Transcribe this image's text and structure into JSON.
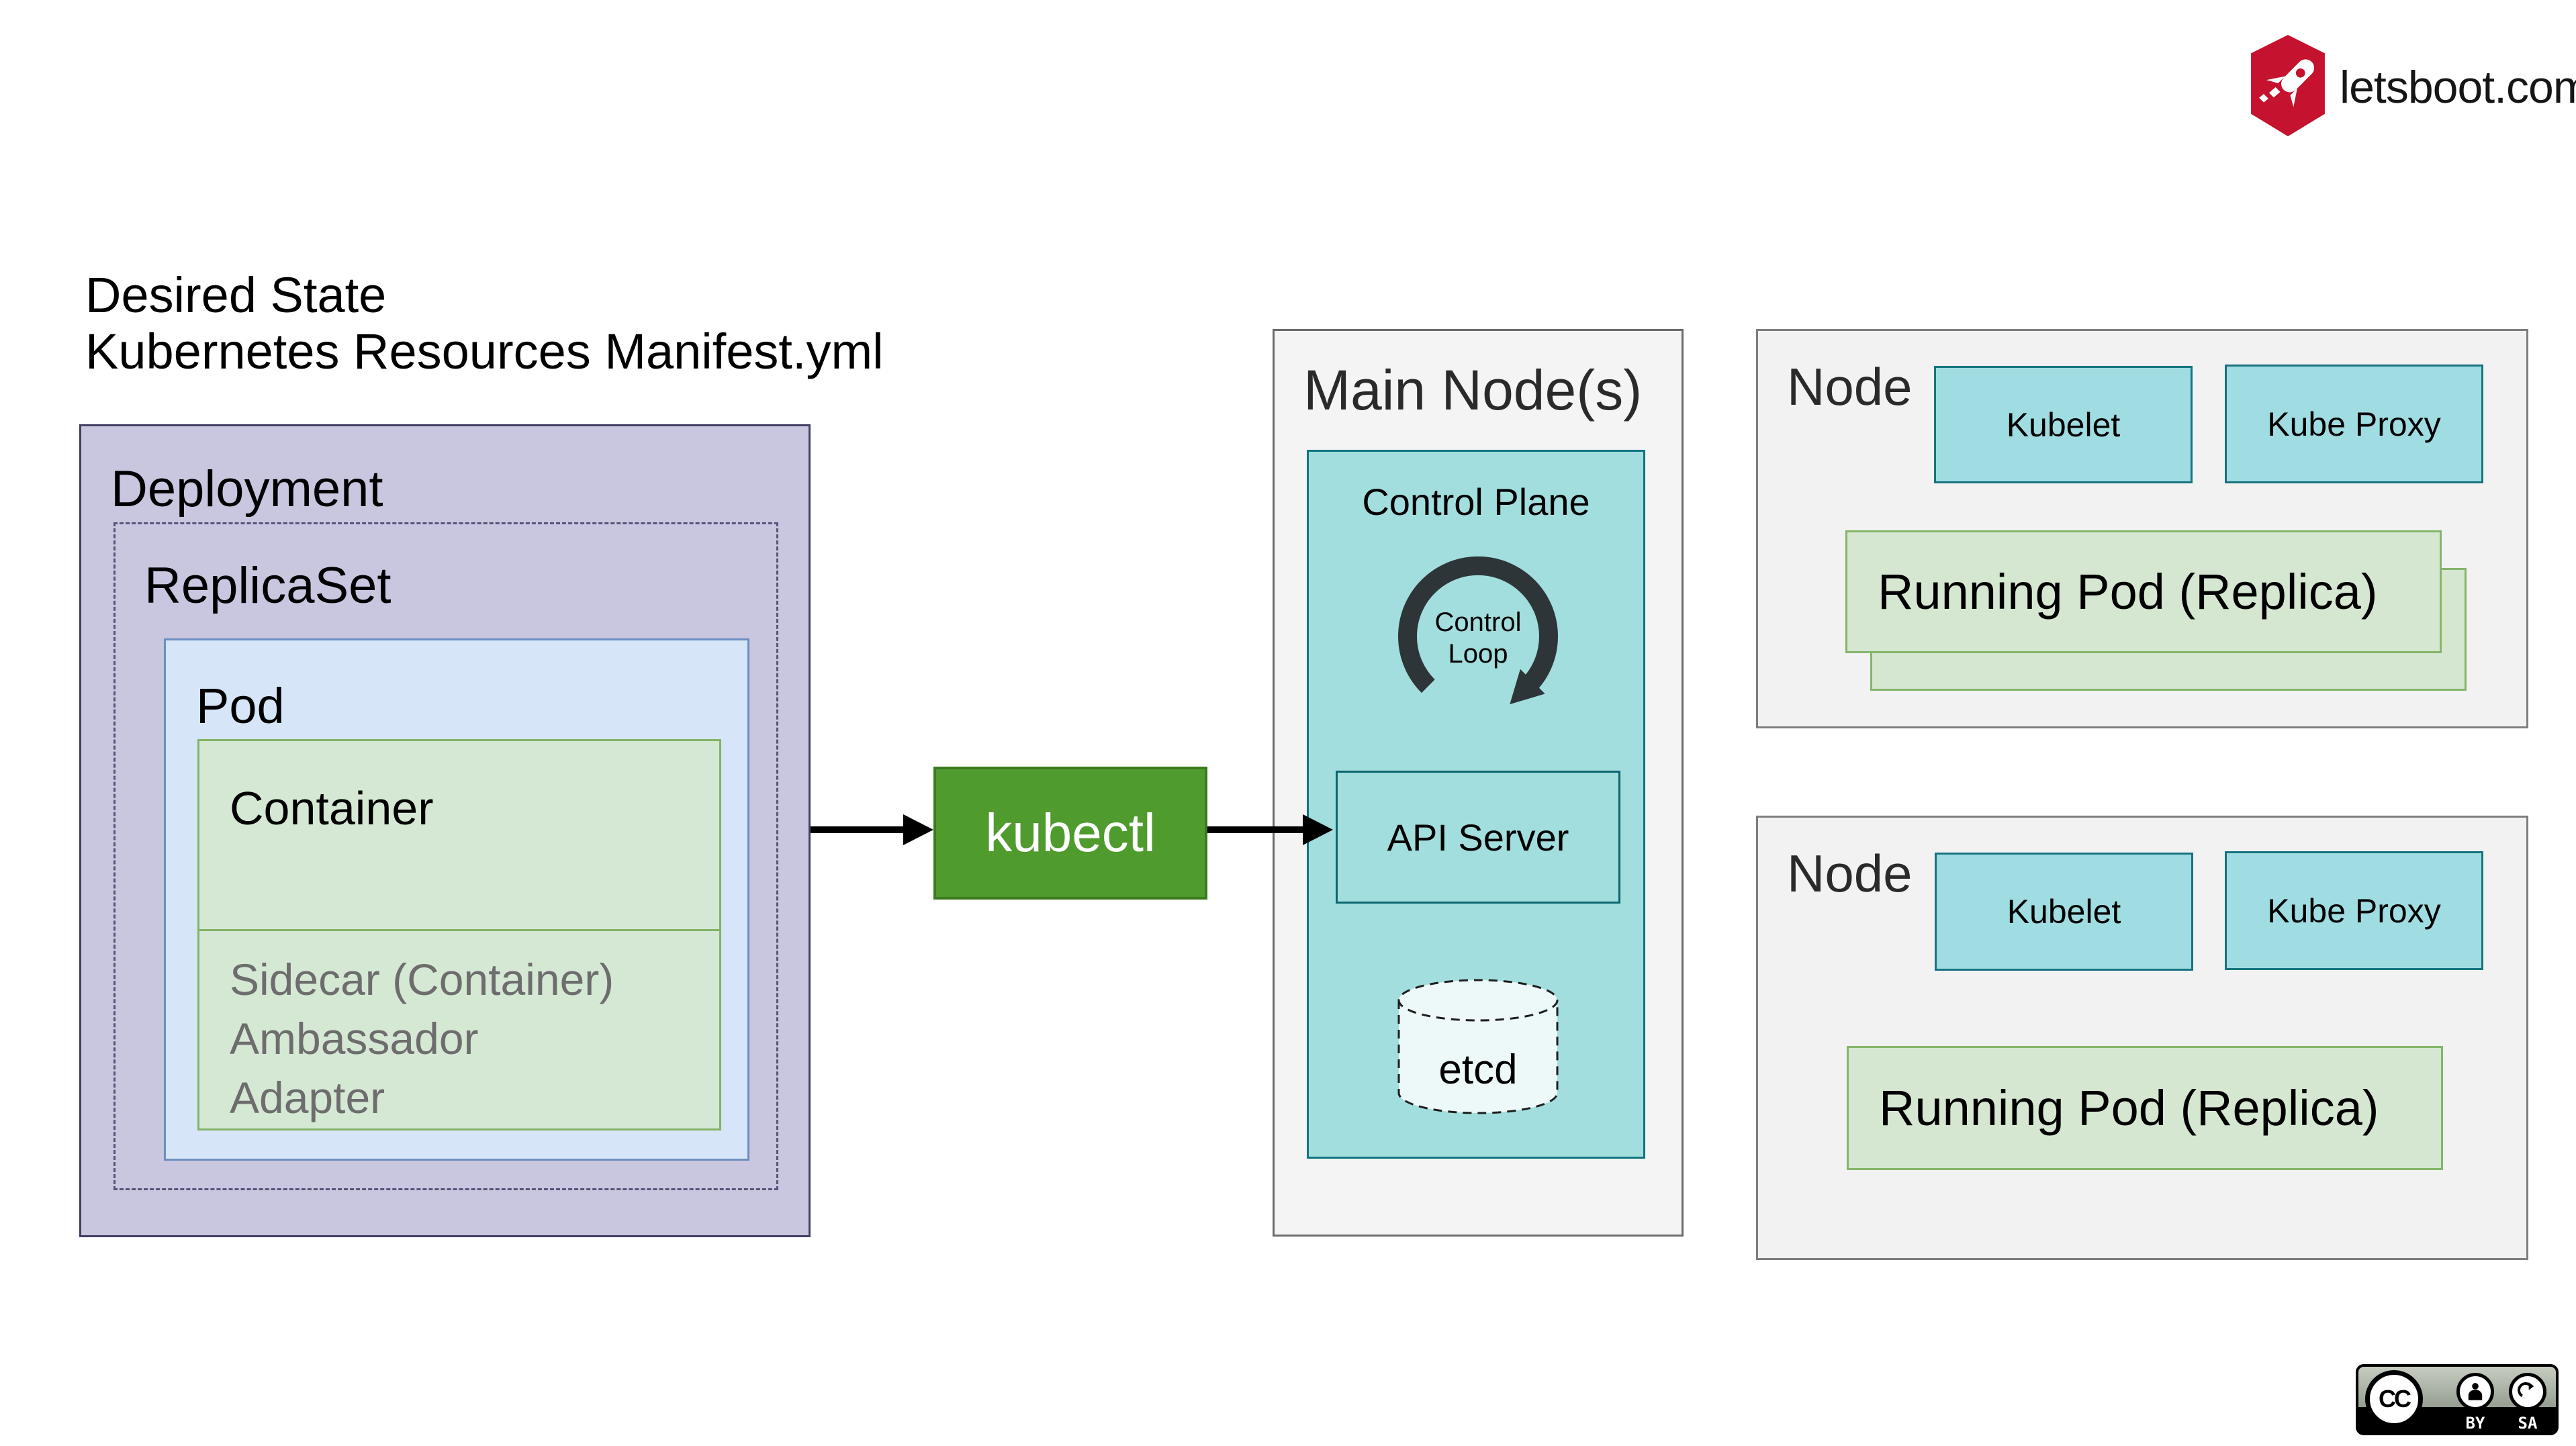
{
  "header": {
    "logo_text": "letsboot.com"
  },
  "intro": {
    "line1": "Desired State",
    "line2": "Kubernetes Resources Manifest.yml"
  },
  "deployment": {
    "label": "Deployment",
    "replicaset": {
      "label": "ReplicaSet",
      "pod": {
        "label": "Pod",
        "container": {
          "label": "Container"
        },
        "sidecar_lines": [
          "Sidecar (Container)",
          "Ambassador",
          "Adapter"
        ]
      }
    }
  },
  "kubectl_label": "kubectl",
  "main_node": {
    "title": "Main Node(s)",
    "control_plane": {
      "label": "Control Plane",
      "control_loop": {
        "line1": "Control",
        "line2": "Loop"
      },
      "api_server_label": "API Server",
      "etcd_label": "etcd"
    }
  },
  "nodes": [
    {
      "title": "Node",
      "kubelet_label": "Kubelet",
      "kube_proxy_label": "Kube Proxy",
      "running_pod_label": "Running Pod (Replica)"
    },
    {
      "title": "Node",
      "kubelet_label": "Kubelet",
      "kube_proxy_label": "Kube Proxy",
      "running_pod_label": "Running Pod (Replica)"
    }
  ],
  "license_badge": {
    "cc": "CC",
    "by": "BY",
    "sa": "SA"
  },
  "colors": {
    "deployment_fill": "#c9c6e0",
    "deployment_border": "#413f63",
    "pod_fill": "#d6e6f8",
    "pod_border": "#6c8ebf",
    "container_fill": "#d5e8d4",
    "container_border": "#82b366",
    "kubectl_fill": "#4f9b2e",
    "control_plane_fill": "#a2dedd",
    "control_plane_border": "#0f7581",
    "node_fill": "#f2f2f2",
    "kubelet_fill": "#9fdde2",
    "running_pod_fill": "#d5e7d1",
    "arrow_color": "#000000",
    "logo_red": "#c5122e"
  }
}
